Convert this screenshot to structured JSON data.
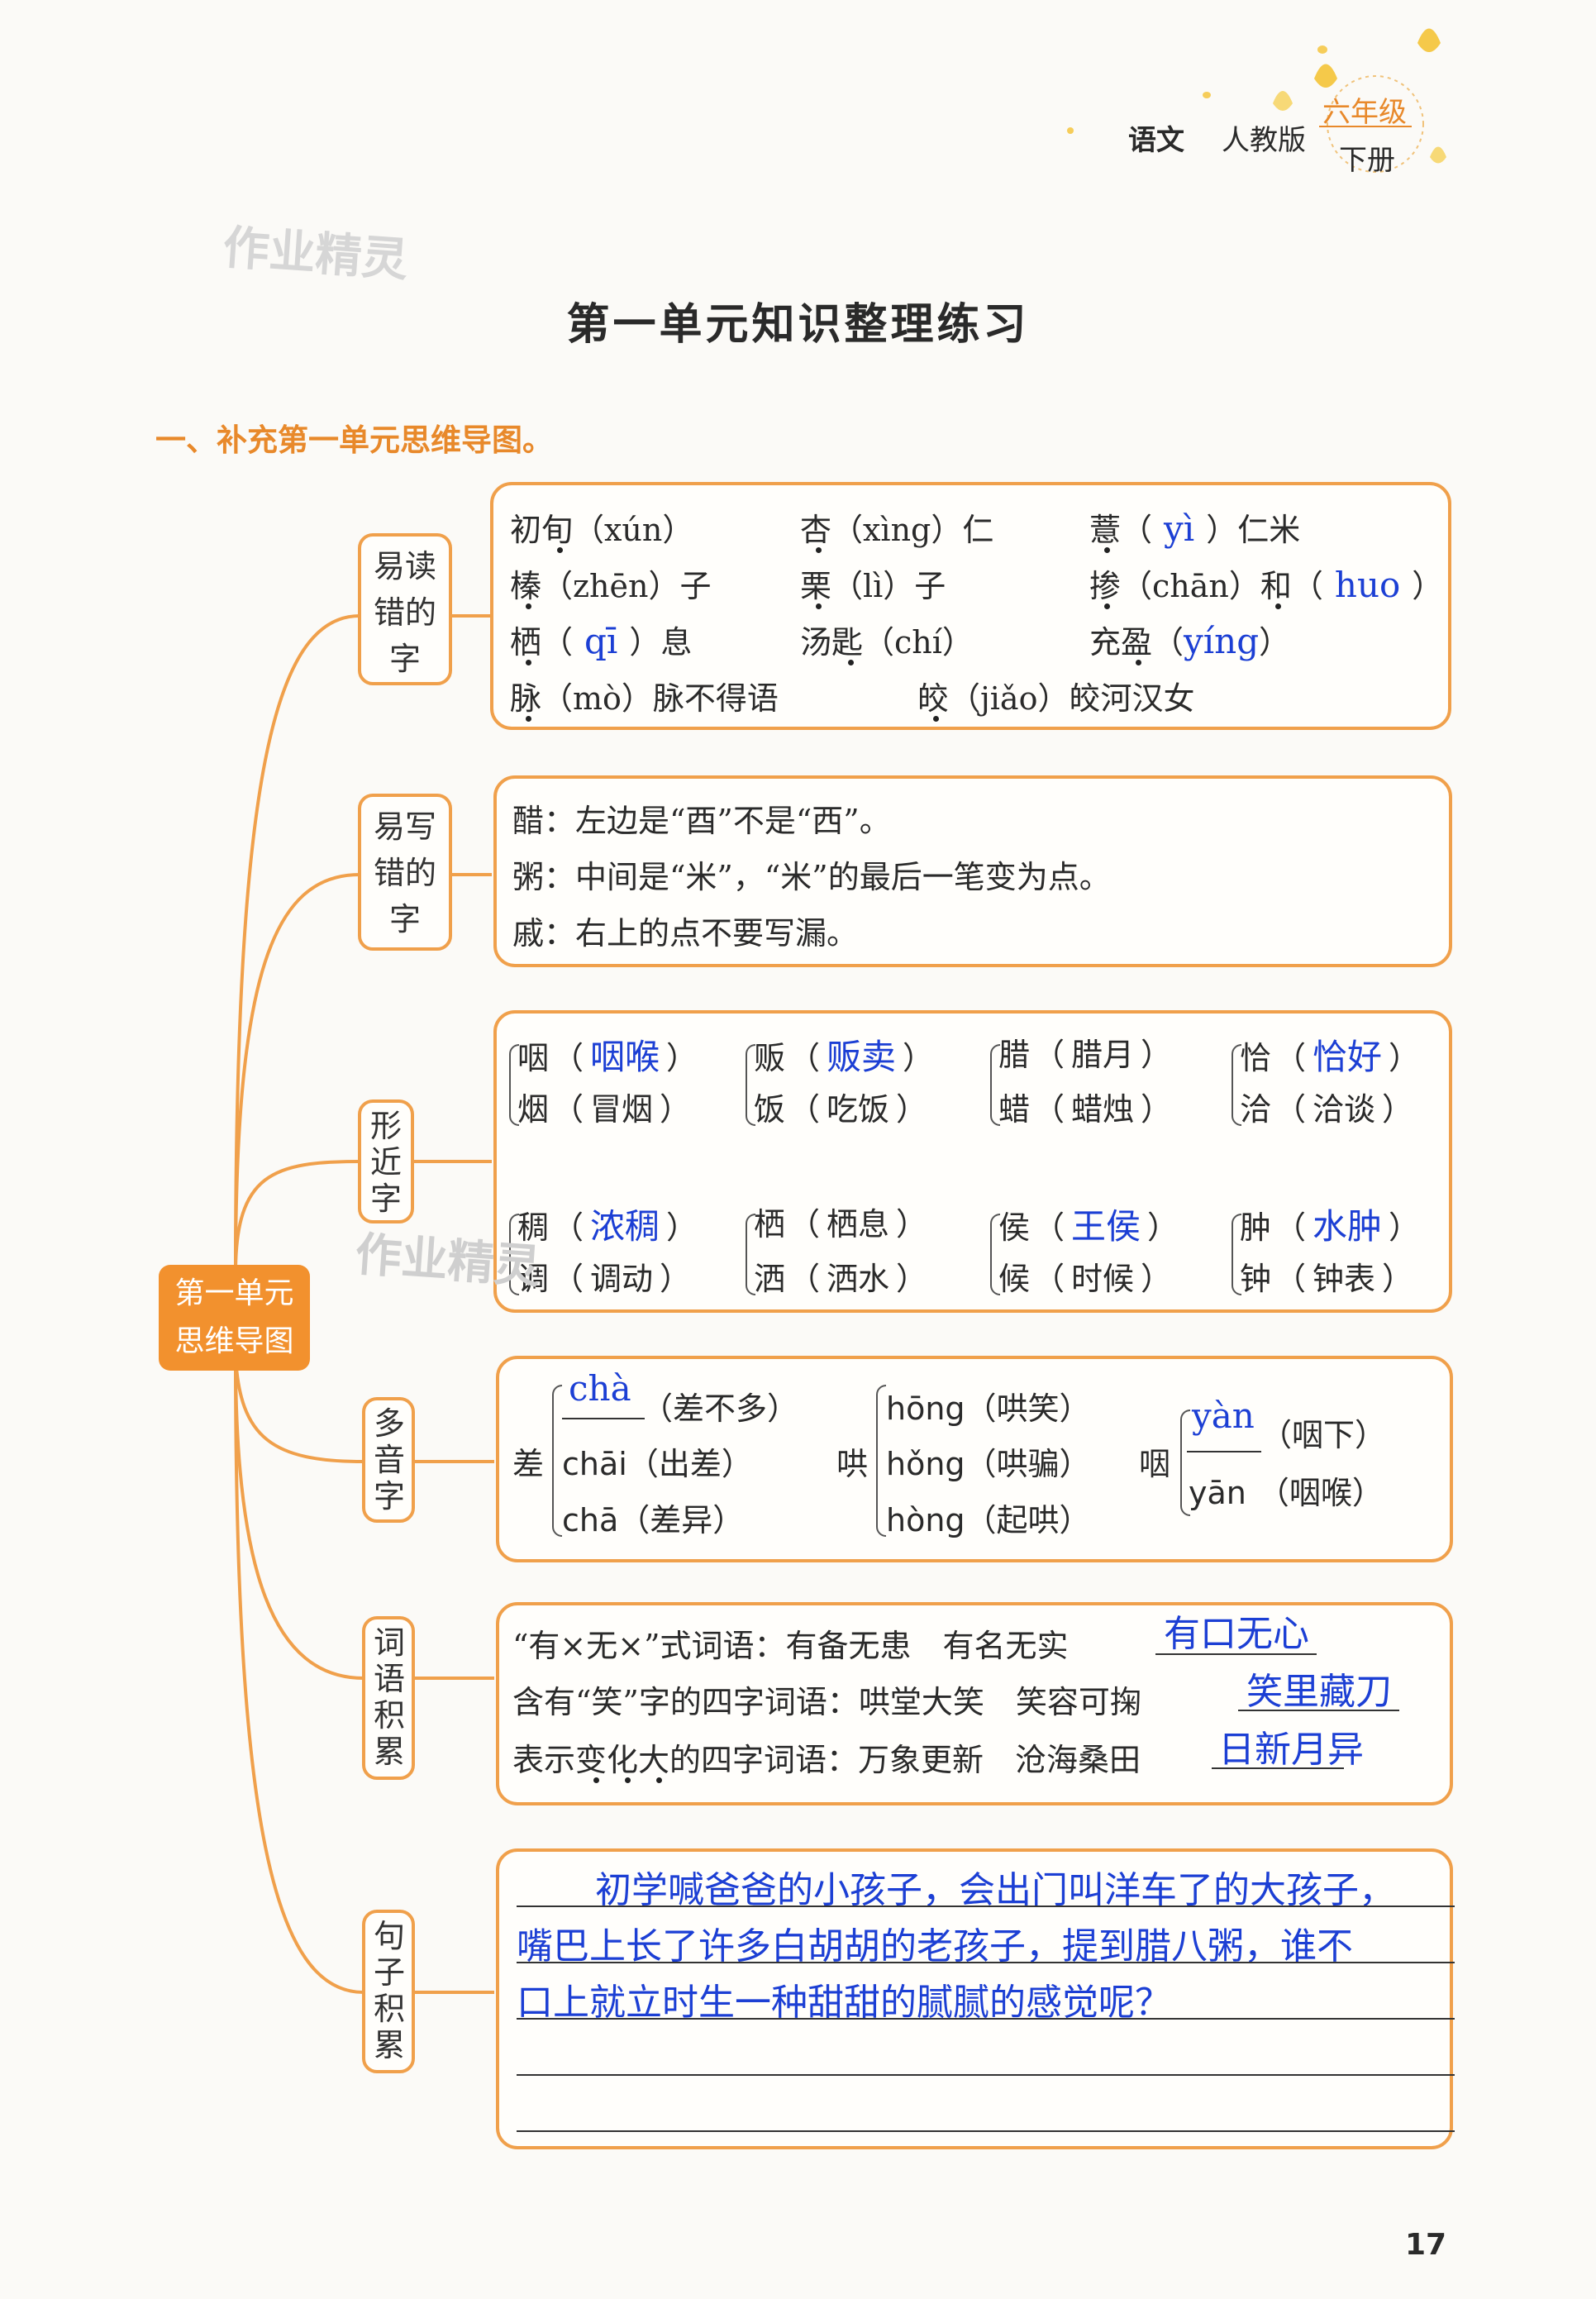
{
  "header": {
    "subject": "语文",
    "edition": "人教版",
    "grade": "六年级",
    "volume": "下册"
  },
  "watermark": "作业精灵",
  "page_title": "第一单元知识整理练习",
  "section_heading": "一、补充第一单元思维导图。",
  "center_node": [
    "第一单元",
    "思维导图"
  ],
  "branches": {
    "b1": {
      "label": "易读错的字",
      "r1c1": "初旬（xún）",
      "r1c2": "杏（xìng）仁",
      "r1c3a": "薏（",
      "r1c3ans": "yì",
      "r1c3b": "）仁米",
      "r2c1": "榛（zhēn）子",
      "r2c2": "栗（lì）子",
      "r2c3a": "掺（chān）和（",
      "r2c3ans": "huo",
      "r2c3b": "）",
      "r3c1a": "栖（",
      "r3c1ans": "qī",
      "r3c1b": "）息",
      "r3c2": "汤匙（chí）",
      "r3c3a": "充盈（",
      "r3c3ans": "yíng",
      "r3c3b": "）",
      "r4c1": "脉（mò）脉不得语",
      "r4c2": "皎（jiǎo）皎河汉女"
    },
    "b2": {
      "label": "易写错的字",
      "l1": "醋：左边是“酉”不是“西”。",
      "l2": "粥：中间是“米”，“米”的最后一笔变为点。",
      "l3": "戚：右上的点不要写漏。"
    },
    "b3": {
      "label": "形近字",
      "groups": [
        {
          "a": "咽",
          "aw": "咽喉",
          "ai": true,
          "b": "烟",
          "bw": "冒烟",
          "bi": false
        },
        {
          "a": "贩",
          "aw": "贩卖",
          "ai": true,
          "b": "饭",
          "bw": "吃饭",
          "bi": false
        },
        {
          "a": "腊",
          "aw": "腊月",
          "ai": false,
          "b": "蜡",
          "bw": "蜡烛",
          "bi": false
        },
        {
          "a": "恰",
          "aw": "恰好",
          "ai": true,
          "b": "洽",
          "bw": "洽谈",
          "bi": false
        },
        {
          "a": "稠",
          "aw": "浓稠",
          "ai": true,
          "b": "调",
          "bw": "调动",
          "bi": false
        },
        {
          "a": "栖",
          "aw": "栖息",
          "ai": false,
          "b": "洒",
          "bw": "洒水",
          "bi": false
        },
        {
          "a": "侯",
          "aw": "王侯",
          "ai": true,
          "b": "候",
          "bw": "时候",
          "bi": false
        },
        {
          "a": "肿",
          "aw": "水肿",
          "ai": true,
          "b": "钟",
          "bw": "钟表",
          "bi": false
        }
      ]
    },
    "b4": {
      "label": "多音字",
      "cha": {
        "char": "差",
        "p1": "chà",
        "w1": "（差不多）",
        "p2": "chāi",
        "w2": "（出差）",
        "p3": "chā",
        "w3": "（差异）"
      },
      "hong": {
        "char": "哄",
        "p1": "hōng",
        "w1": "（哄笑）",
        "p2": "hǒng",
        "w2": "（哄骗）",
        "p3": "hòng",
        "w3": "（起哄）"
      },
      "yan": {
        "char": "咽",
        "p1": "yàn",
        "w1": "（咽下）",
        "p2": "yān",
        "w2": "（咽喉）"
      }
    },
    "b5": {
      "label": "词语积累",
      "l1": "“有×无×”式词语：有备无患　有名无实",
      "l1ans": "有口无心",
      "l2": "含有“笑”字的四字词语：哄堂大笑　笑容可掬",
      "l2ans": "笑里藏刀",
      "l3": "表示变化大的四字词语：万象更新　沧海桑田",
      "l3ans": "日新月异"
    },
    "b6": {
      "label": "句子积累",
      "lines": [
        "初学喊爸爸的小孩子，会出门叫洋车了的大孩子，",
        "嘴巴上长了许多白胡胡的老孩子，提到腊八粥，谁不",
        "口上就立时生一种甜甜的腻腻的感觉呢？"
      ]
    }
  },
  "page_number": "17",
  "colors": {
    "accent": "#f0a04b",
    "center_fill": "#f2912e",
    "answer_ink": "#1c3fd4",
    "heading": "#e8892b"
  }
}
